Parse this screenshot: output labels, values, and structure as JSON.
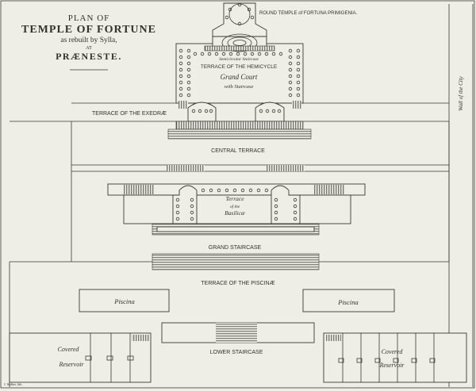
{
  "title": {
    "line1": "PLAN OF",
    "line2": "TEMPLE OF FORTUNE",
    "line3": "as rebuilt by Sylla,",
    "line4": "AT",
    "line5": "PRÆNESTE."
  },
  "labels": {
    "round_temple": "ROUND TEMPLE of FORTUNA PRIMIGENIA.",
    "semicircular_staircase": "Semicircular Staircase",
    "terrace_hemicycle": "TERRACE OF THE HEMICYCLE",
    "grand_court_1": "Grand Court",
    "grand_court_2": "with Staircase",
    "terrace_exedrae": "TERRACE OF THE EXEDRÆ",
    "wall_of_city": "Wall of the City",
    "central_terrace": "CENTRAL TERRACE",
    "terrace_basilica_1": "Terrace",
    "terrace_basilica_2": "of the",
    "terrace_basilica_3": "Basilicæ",
    "grand_staircase": "GRAND STAIRCASE",
    "terrace_piscinae": "TERRACE OF THE PISCINÆ",
    "piscina_left": "Piscina",
    "piscina_right": "Piscina",
    "covered_reservoir_left_1": "Covered",
    "covered_reservoir_left_2": "Reservoir",
    "covered_reservoir_right_1": "Covered",
    "covered_reservoir_right_2": "Reservoir",
    "lower_staircase": "LOWER STAIRCASE",
    "engraver": "J. Walker, lith."
  },
  "colors": {
    "paper": "#eeeee6",
    "ink": "#33312c"
  }
}
